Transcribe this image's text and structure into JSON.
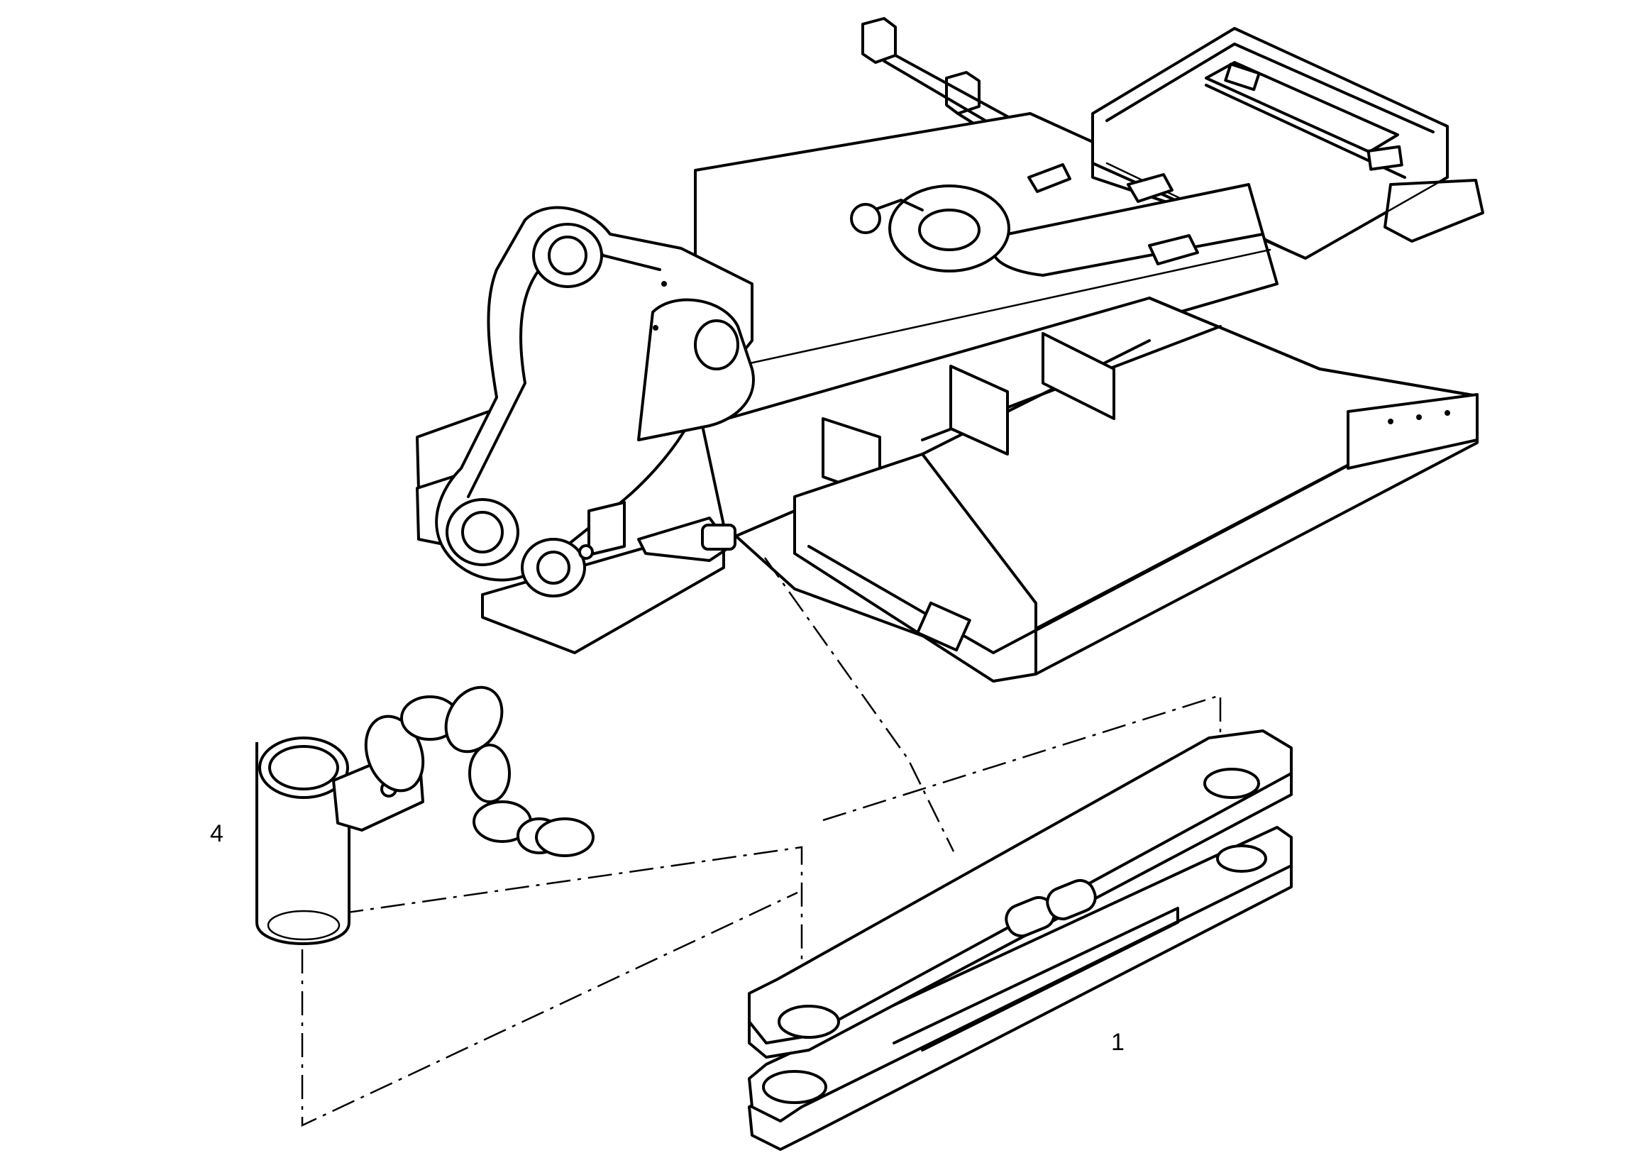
{
  "callouts": {
    "part_1": "1",
    "part_4": "4"
  },
  "colors": {
    "line": "#000000",
    "background": "#ffffff"
  },
  "parts": {
    "frame": "machine-frame",
    "link_bar": "drawbar-link",
    "pin": "hitch-pin-with-chain"
  }
}
